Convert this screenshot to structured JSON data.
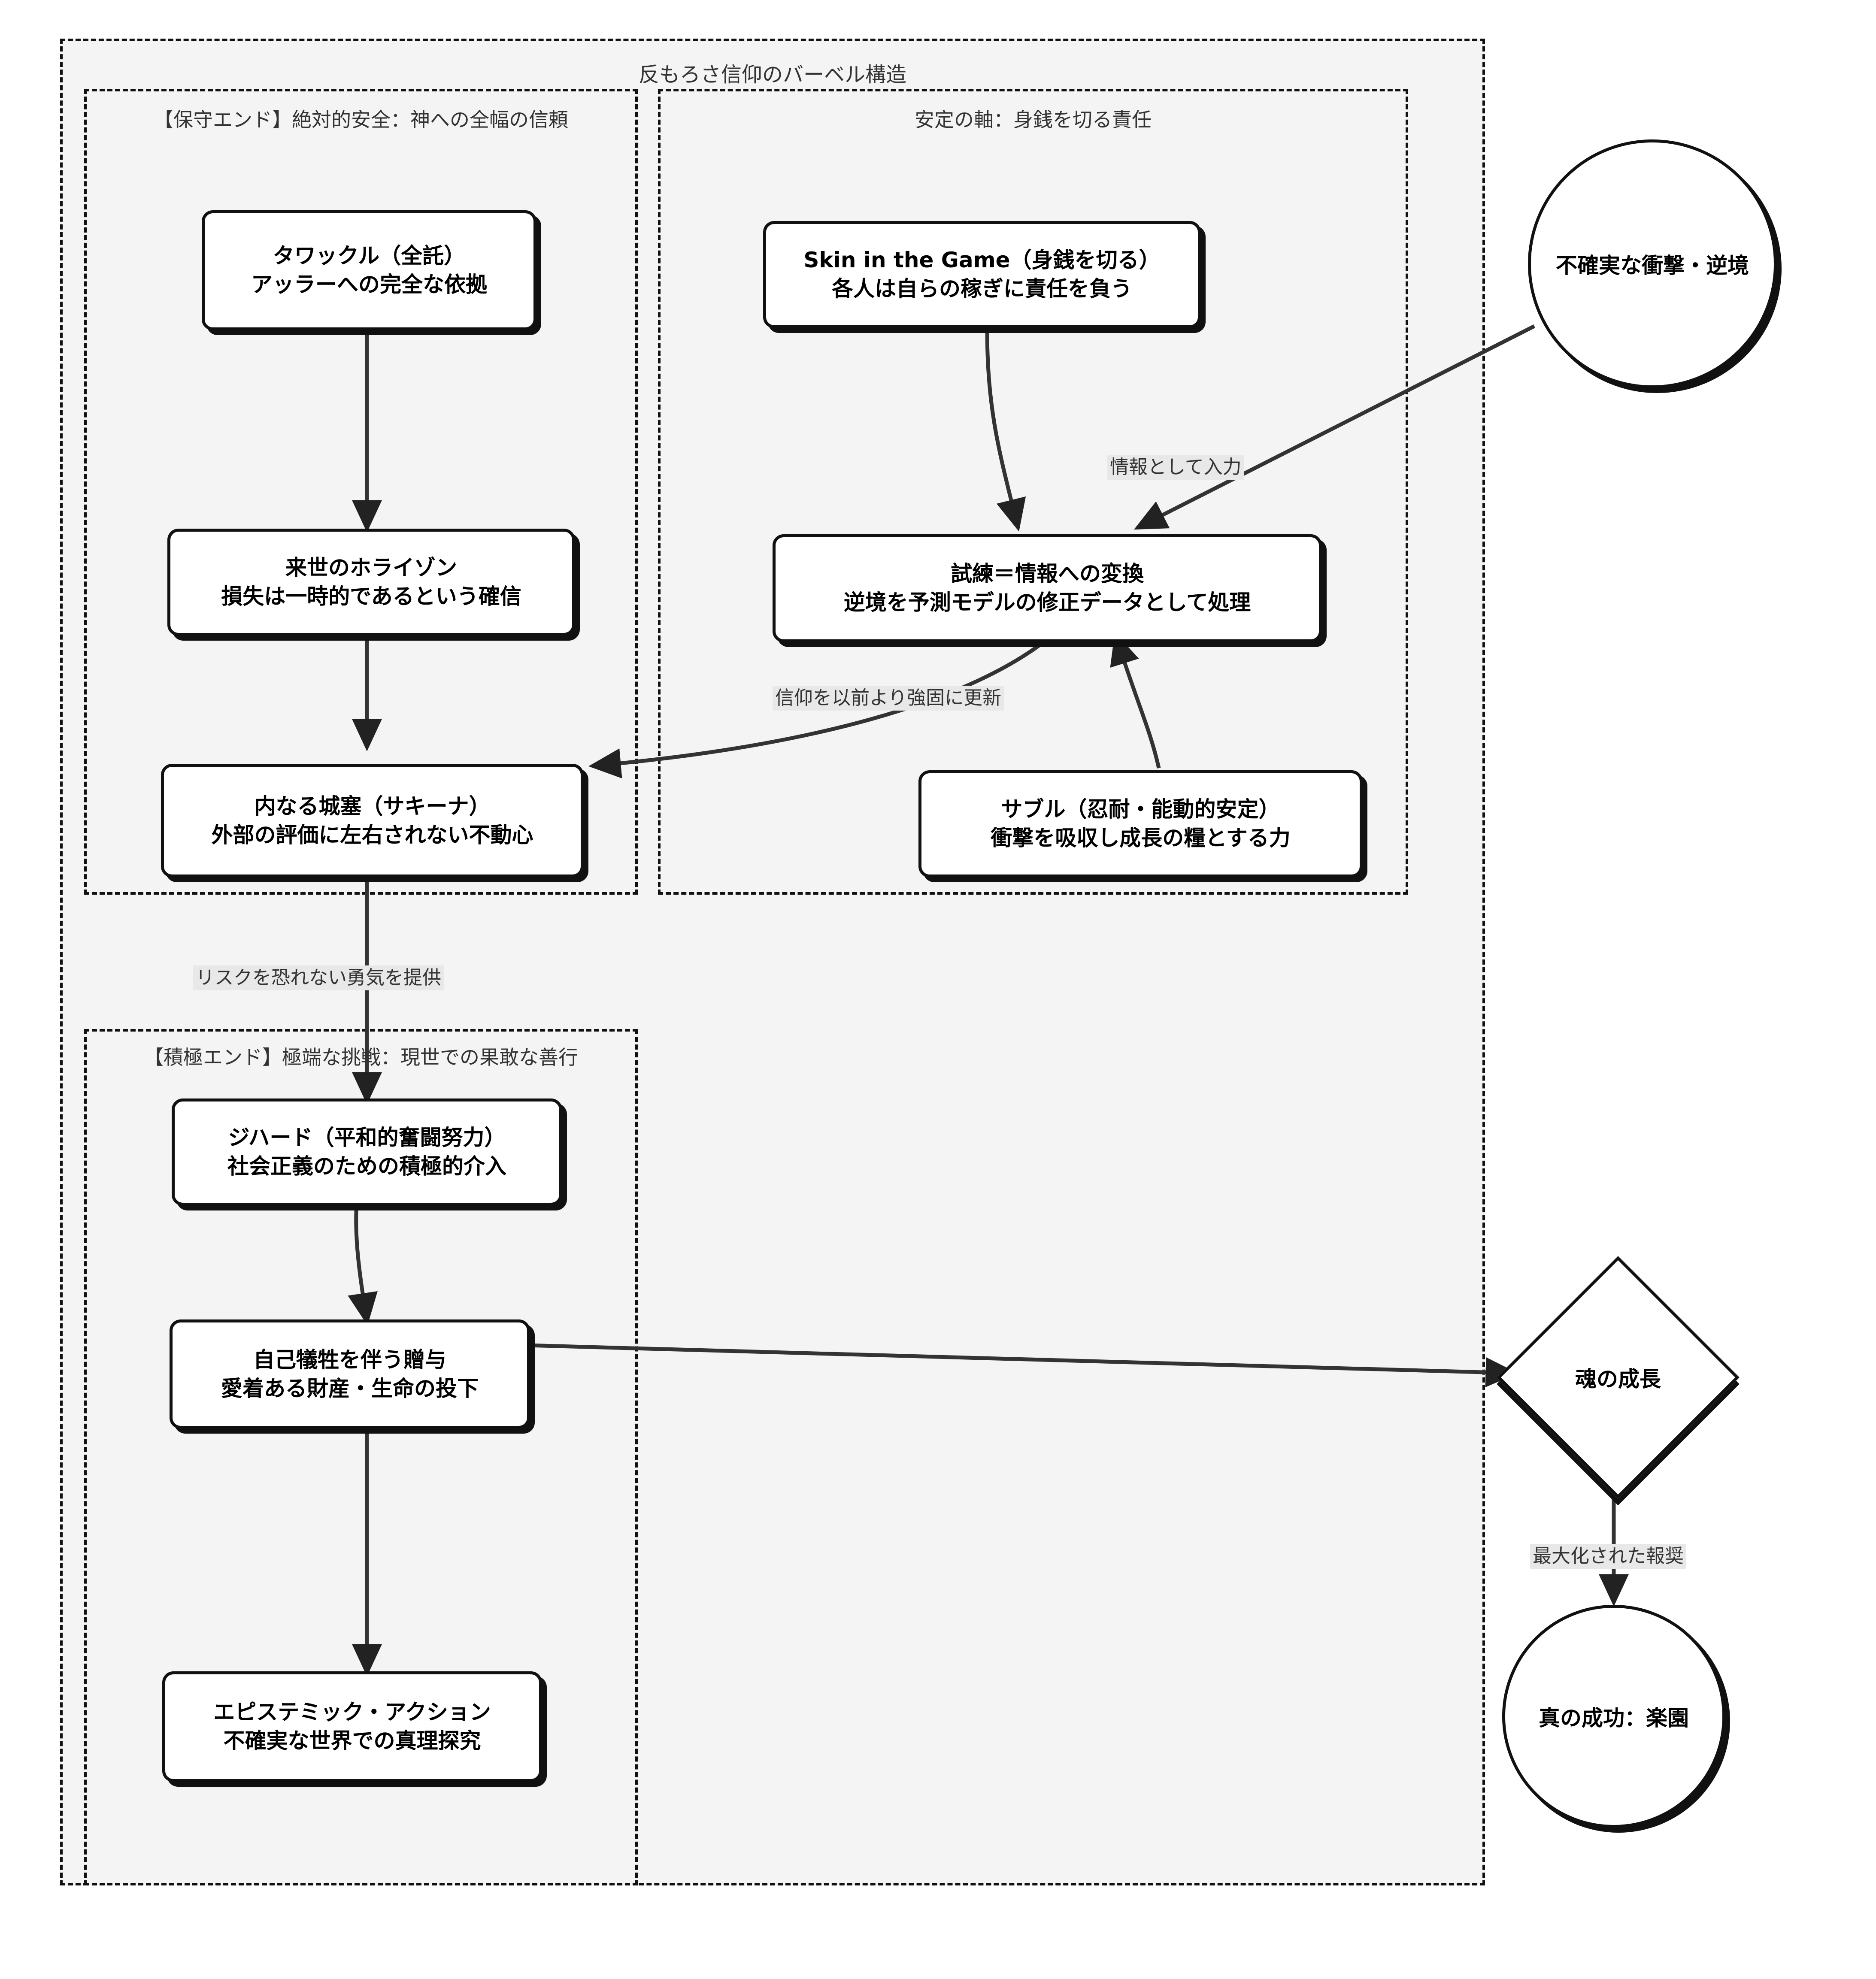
{
  "diagram": {
    "title": "反もろさ信仰のバーベル構造",
    "clusters": [
      {
        "id": "conservative",
        "title": "【保守エンド】絶対的安全：神への全幅の信頼"
      },
      {
        "id": "stability",
        "title": "安定の軸：身銭を切る責任"
      },
      {
        "id": "aggressive",
        "title": "【積極エンド】極端な挑戦：現世での果敢な善行"
      }
    ],
    "nodes": [
      {
        "id": "tawakkul",
        "shape": "rounded",
        "line1": "タワックル（全託）",
        "line2": "アッラーへの完全な依拠"
      },
      {
        "id": "horizon",
        "shape": "rounded",
        "line1": "来世のホライゾン",
        "line2": "損失は一時的であるという確信"
      },
      {
        "id": "sakina",
        "shape": "rounded",
        "line1": "内なる城塞（サキーナ）",
        "line2": "外部の評価に左右されない不動心"
      },
      {
        "id": "skin",
        "shape": "rounded",
        "line1": "Skin in the Game（身銭を切る）",
        "line2": "各人は自らの稼ぎに責任を負う"
      },
      {
        "id": "trial",
        "shape": "rounded",
        "line1": "試練＝情報への変換",
        "line2": "逆境を予測モデルの修正データとして処理"
      },
      {
        "id": "sabr",
        "shape": "rounded",
        "line1": "サブル（忍耐・能動的安定）",
        "line2": "衝撃を吸収し成長の糧とする力"
      },
      {
        "id": "jihad",
        "shape": "rounded",
        "line1": "ジハード（平和的奮闘努力）",
        "line2": "社会正義のための積極的介入"
      },
      {
        "id": "sacrifice",
        "shape": "rounded",
        "line1": "自己犠牲を伴う贈与",
        "line2": "愛着ある財産・生命の投下"
      },
      {
        "id": "epistemic",
        "shape": "rounded",
        "line1": "エピステミック・アクション",
        "line2": "不確実な世界での真理探究"
      },
      {
        "id": "shock",
        "shape": "circle",
        "line1": "不確実な衝撃・逆境"
      },
      {
        "id": "soul",
        "shape": "diamond",
        "line1": "魂の成長"
      },
      {
        "id": "paradise",
        "shape": "circle",
        "line1": "真の成功：楽園"
      }
    ],
    "edges": [
      {
        "from": "shock",
        "to": "trial",
        "label": "情報として入力"
      },
      {
        "from": "trial",
        "to": "sakina",
        "label": "信仰を以前より強固に更新"
      },
      {
        "from": "sakina",
        "to": "jihad",
        "label": "リスクを恐れない勇気を提供"
      },
      {
        "from": "soul",
        "to": "paradise",
        "label": "最大化された報奨"
      },
      {
        "from": "tawakkul",
        "to": "horizon",
        "label": ""
      },
      {
        "from": "horizon",
        "to": "sakina",
        "label": ""
      },
      {
        "from": "skin",
        "to": "trial",
        "label": ""
      },
      {
        "from": "sabr",
        "to": "trial",
        "label": ""
      },
      {
        "from": "jihad",
        "to": "sacrifice",
        "label": ""
      },
      {
        "from": "sacrifice",
        "to": "epistemic",
        "label": ""
      },
      {
        "from": "sacrifice",
        "to": "soul",
        "label": ""
      }
    ],
    "colors": {
      "node_stroke": "#111111",
      "node_fill": "#ffffff",
      "cluster_fill": "#f4f4f4",
      "edge_label_bg": "#e8e8e8",
      "edge_stroke": "#333333",
      "text": "#000000"
    }
  }
}
